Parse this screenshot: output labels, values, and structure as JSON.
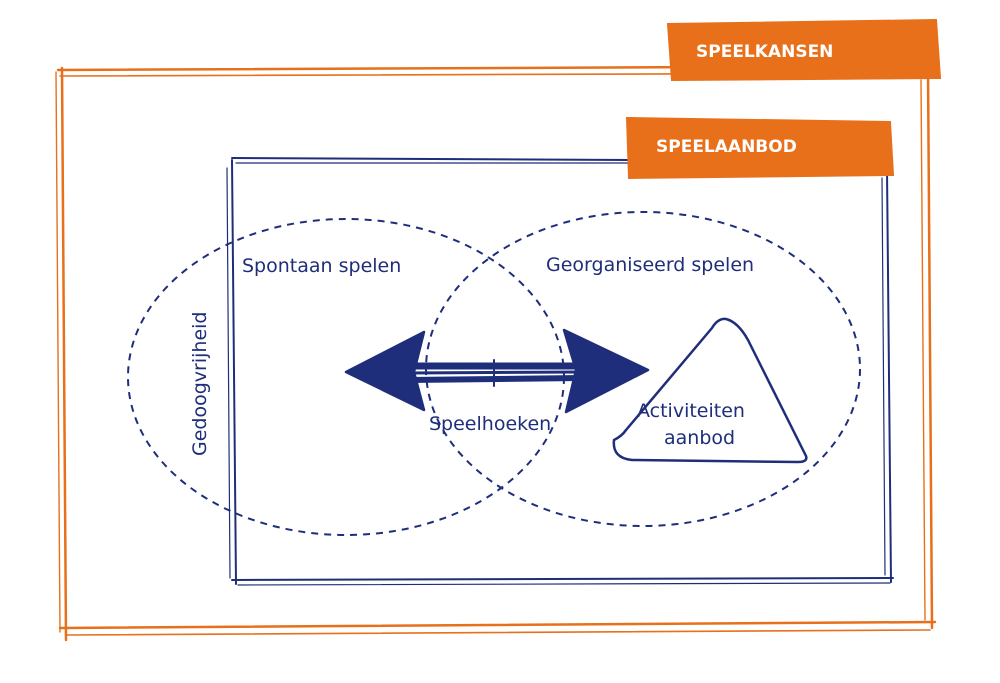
{
  "colors": {
    "orange": "#e8701a",
    "navy": "#1f2e7a",
    "background": "#ffffff",
    "tag_text": "#ffffff"
  },
  "outer_frame": {
    "label": "SPEELKANSEN"
  },
  "inner_frame": {
    "label": "SPEELAANBOD"
  },
  "left_ellipse": {
    "label": "Spontaan spelen"
  },
  "right_ellipse": {
    "label": "Georganiseerd spelen"
  },
  "side_label": "Gedoogvrijheid",
  "overlap_label": "Speelhoeken",
  "triangle": {
    "line1": "Activiteiten",
    "line2": "aanbod"
  },
  "arrow_icon": "double-headed-arrow-icon"
}
